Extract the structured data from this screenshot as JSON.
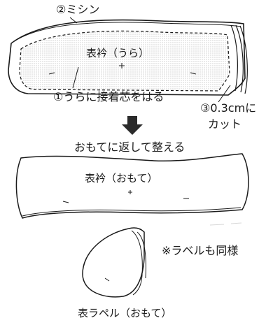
{
  "step1": {
    "sewing_label": "②ミシン",
    "collar_label": "表衿（うら）",
    "interfacing_label": "①うらに接着芯をはる",
    "cut_line1": "③0.3cmに",
    "cut_line2": "カット"
  },
  "step2": {
    "instruction": "おもてに返して整える",
    "collar_label": "表衿（おもて）"
  },
  "step3": {
    "note": "※ラベルも同様",
    "lapel_label": "表ラペル（おもて）"
  },
  "colors": {
    "line": "#1a1a1a",
    "dots": "#9a9a9a",
    "arrow": "#2b2b2b"
  }
}
